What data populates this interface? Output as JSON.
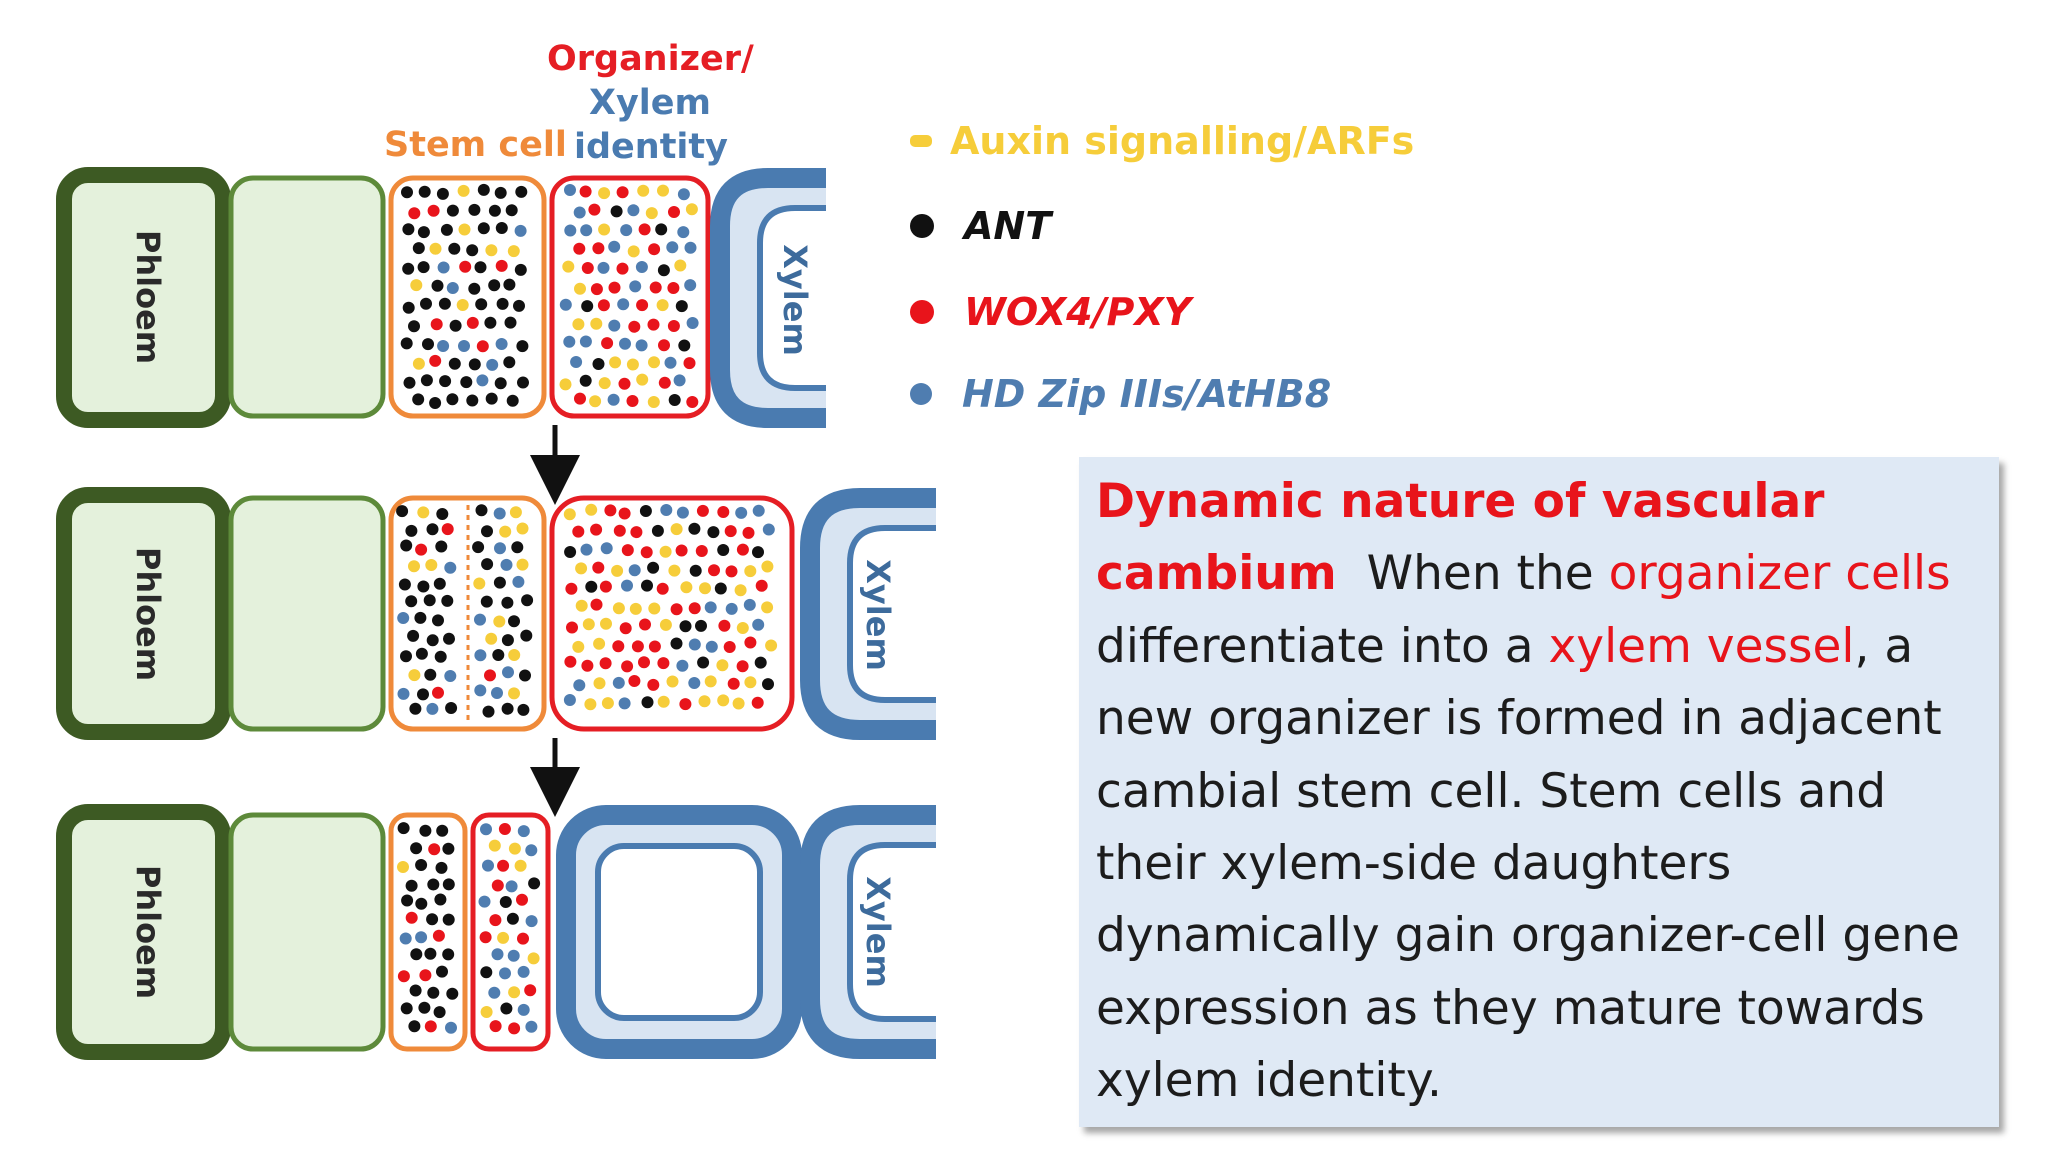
{
  "header": {
    "organizer": "Organizer/",
    "xylem": "Xylem",
    "stem_cell": "Stem cell",
    "identity": "identity"
  },
  "colors": {
    "phloem_outer": "#3d5a23",
    "cell_fill": "#e4f1dc",
    "cell_border": "#5d8a3a",
    "stem_border": "#ef8a3a",
    "organizer_border": "#e51e24",
    "xylem_blue": "#4a7bb0",
    "xylem_light": "#d8e4f2",
    "auxin_yellow": "#f6cd3a",
    "ant_black": "#111111",
    "wox_red": "#e8141b",
    "hdzip_blue": "#4f7db0"
  },
  "rows": [
    {
      "phloem_label": "Phloem",
      "xylem_label": "Xylem"
    },
    {
      "phloem_label": "Phloem",
      "xylem_label": "Xylem"
    },
    {
      "phloem_label": "Phloem",
      "xylem_label": "Xylem"
    }
  ],
  "legend": [
    {
      "label": "Auxin signalling/ARFs",
      "color": "#f6cd3a",
      "icon": "yellow-dash"
    },
    {
      "label": "ANT",
      "color": "#111111",
      "icon": "black-dot"
    },
    {
      "label": "WOX4/PXY",
      "color": "#e8141b",
      "icon": "red-dot"
    },
    {
      "label": "HD Zip IIIs/AtHB8",
      "color": "#4f7db0",
      "icon": "blue-dot"
    }
  ],
  "description": {
    "title": "Dynamic nature of vascular cambium",
    "seg1": "When the ",
    "hl1": "organizer cells",
    "seg2": " differentiate into a ",
    "hl2": "xylem vessel",
    "seg3": ", a new organizer is formed in adjacent cambial stem cell. Stem cells and their xylem-side daughters dynamically gain organizer-cell gene expression as they mature towards xylem identity."
  }
}
